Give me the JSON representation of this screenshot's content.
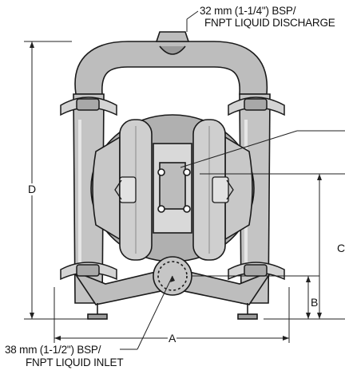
{
  "callouts": {
    "discharge_line1": "32 mm (1-1/4\") BSP/",
    "discharge_line2": "FNPT LIQUID DISCHARGE",
    "inlet_line1": "38 mm (1-1/2\") BSP/",
    "inlet_line2": "FNPT LIQUID INLET"
  },
  "dimensions": {
    "a": "A",
    "b": "B",
    "c": "C",
    "d": "D"
  },
  "colors": {
    "body_fill": "#bdbdbd",
    "body_light": "#dcdcdc",
    "body_dark": "#8a8a8a",
    "outline": "#1a1a1a",
    "dim_line": "#222222"
  }
}
